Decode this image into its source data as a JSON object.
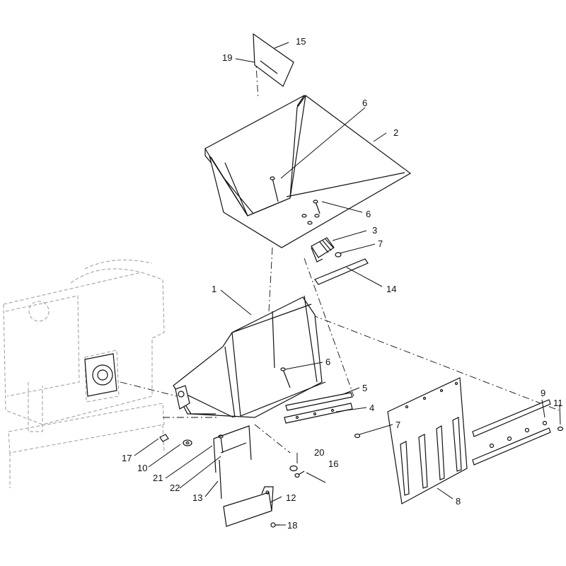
{
  "callouts": {
    "c1": "1",
    "c2": "2",
    "c3": "3",
    "c4": "4",
    "c5": "5",
    "c6a": "6",
    "c6b": "6",
    "c6c": "6",
    "c7a": "7",
    "c7b": "7",
    "c8": "8",
    "c9": "9",
    "c10": "10",
    "c11": "11",
    "c12": "12",
    "c13": "13",
    "c14": "14",
    "c15": "15",
    "c16": "16",
    "c17": "17",
    "c18": "18",
    "c19": "19",
    "c20": "20",
    "c21": "21",
    "c22": "22"
  }
}
